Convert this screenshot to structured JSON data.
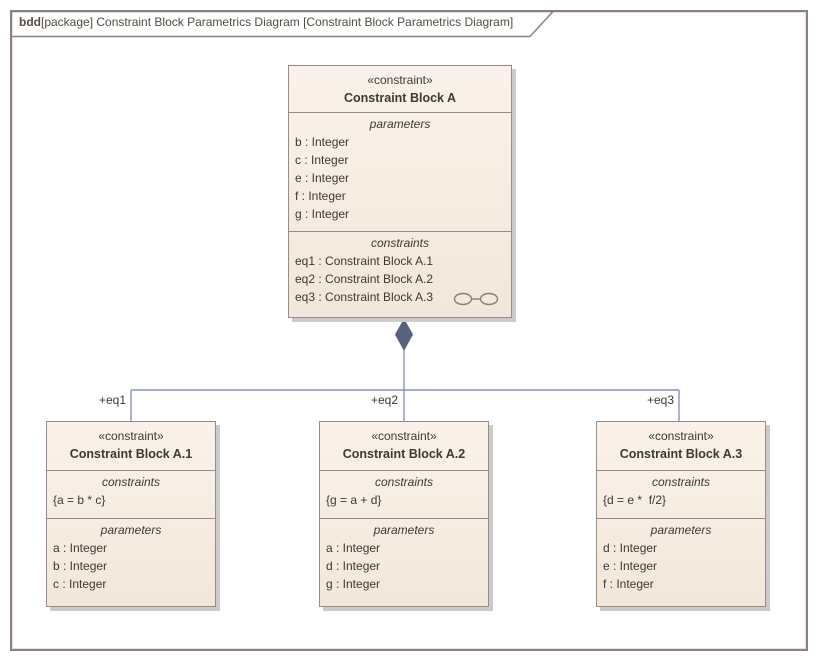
{
  "frame": {
    "heading": {
      "keyword": "bdd",
      "title": "[package] Constraint Block Parametrics Diagram [Constraint Block Parametrics Diagram]"
    }
  },
  "main_block": {
    "stereotype": "«constraint»",
    "name": "Constraint Block A",
    "parameters_label": "parameters",
    "parameters": [
      "b : Integer",
      "c : Integer",
      "e : Integer",
      "f : Integer",
      "g : Integer"
    ],
    "constraints_label": "constraints",
    "constraints": [
      "eq1 : Constraint Block A.1",
      "eq2 : Constraint Block A.2",
      "eq3 : Constraint Block A.3"
    ]
  },
  "child_blocks": [
    {
      "stereotype": "«constraint»",
      "name": "Constraint Block A.1",
      "constraints_label": "constraints",
      "constraints": [
        "{a = b * c}"
      ],
      "parameters_label": "parameters",
      "parameters": [
        "a : Integer",
        "b : Integer",
        "c : Integer"
      ]
    },
    {
      "stereotype": "«constraint»",
      "name": "Constraint Block A.2",
      "constraints_label": "constraints",
      "constraints": [
        "{g = a + d}"
      ],
      "parameters_label": "parameters",
      "parameters": [
        "a : Integer",
        "d : Integer",
        "g : Integer"
      ]
    },
    {
      "stereotype": "«constraint»",
      "name": "Constraint Block A.3",
      "constraints_label": "constraints",
      "constraints": [
        "{d = e *  f/2}"
      ],
      "parameters_label": "parameters",
      "parameters": [
        "d : Integer",
        "e : Integer",
        "f : Integer"
      ]
    }
  ],
  "connectors": [
    {
      "label": "+eq1",
      "type": "composition"
    },
    {
      "label": "+eq2",
      "type": "composition"
    },
    {
      "label": "+eq3",
      "type": "composition"
    }
  ],
  "icons": {
    "composite_diagram": "eyeglasses-icon",
    "composition_end": "filled-diamond"
  },
  "colors": {
    "block_fill": "#f6ede2",
    "block_border": "#9b8a88",
    "block_shadow": "#cbcbcb",
    "frame_border": "#8d8180",
    "connector_line": "#8793bb",
    "diamond_fill": "#57627e",
    "text": "#3e3933",
    "heading_text": "#554c42"
  }
}
